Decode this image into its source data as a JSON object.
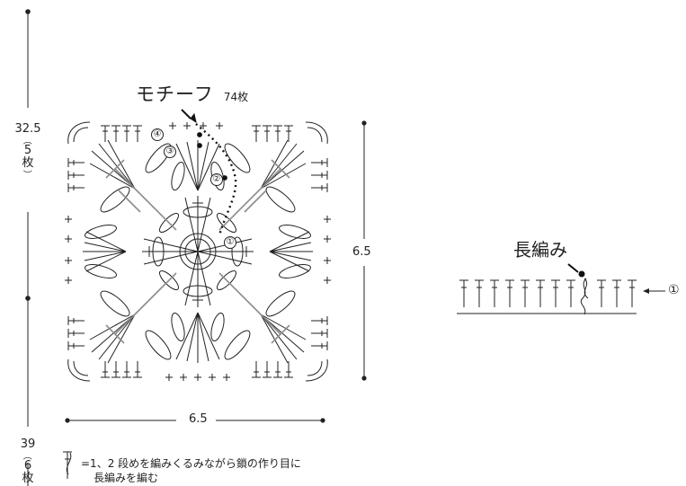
{
  "colors": {
    "ink": "#222222",
    "gray": "#8c8c8c",
    "accent": "#111111"
  },
  "motif": {
    "title": "モチーフ",
    "count": "74枚",
    "width_label": "6.5",
    "height_label": "6.5",
    "round_markers": [
      "①",
      "②",
      "③",
      "④"
    ]
  },
  "left_dimension": {
    "upper_value": "32.5",
    "upper_pieces": [
      "（",
      "5",
      "枚",
      "）"
    ],
    "lower_value": "39",
    "lower_pieces": [
      "（",
      "6",
      "枚"
    ]
  },
  "stitch_sample": {
    "title": "長編み",
    "marker": "①"
  },
  "legend": {
    "line1": "=1、2 段めを編みくるみながら鎖の作り目に",
    "line2": "長編みを編む"
  }
}
